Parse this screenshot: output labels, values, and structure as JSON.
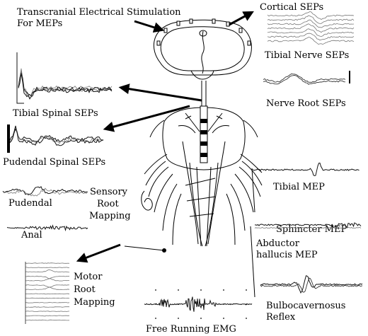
{
  "labels": {
    "tes_line1": "Transcranial Electrical Stimulation",
    "tes_line2": "For MEPs",
    "cortical_seps": "Cortical SEPs",
    "tibial_nerve_seps": "Tibial Nerve SEPs",
    "nerve_root_seps": "Nerve Root SEPs",
    "tibial_spinal_seps": "Tibial Spinal SEPs",
    "pudendal_spinal_seps": "Pudendal Spinal SEPs",
    "tibial_mep": "Tibial MEP",
    "sensory_line1": "Sensory",
    "sensory_line2": "Root",
    "sensory_line3": "Mapping",
    "pudendal": "Pudendal",
    "anal": "Anal",
    "sphincter_mep": "Sphincter MEP",
    "abductor_line1": "Abductor",
    "abductor_line2": "hallucis MEP",
    "motor_line1": "Motor",
    "motor_line2": "Root",
    "motor_line3": "Mapping",
    "bulbo_line1": "Bulbocavernosus",
    "bulbo_line2": "Reflex",
    "free_running_emg": "Free Running EMG"
  }
}
